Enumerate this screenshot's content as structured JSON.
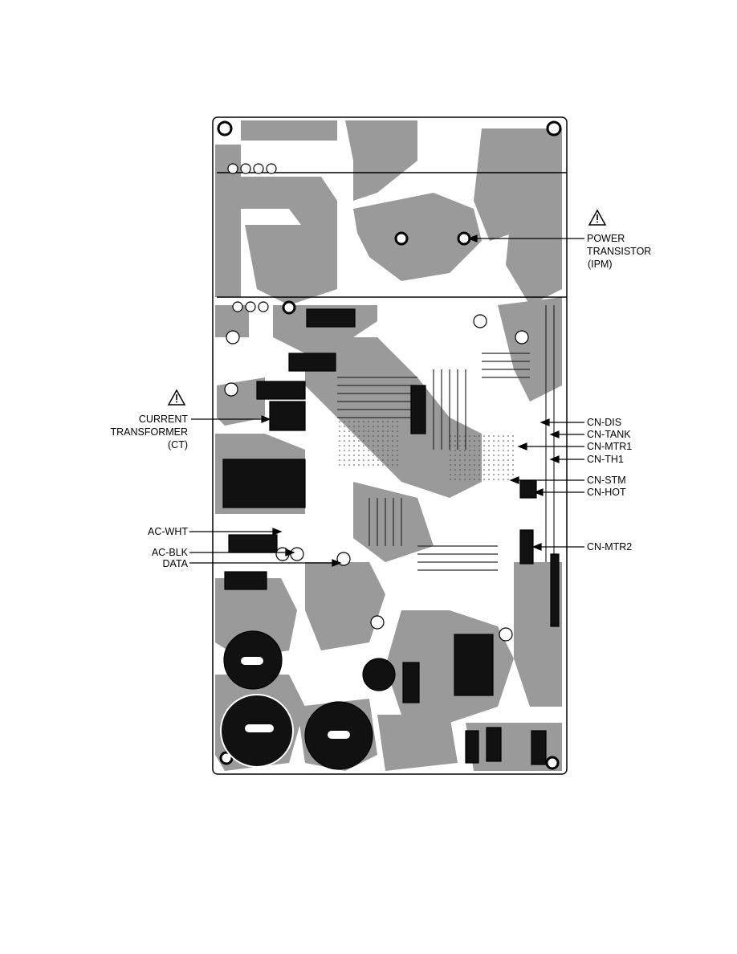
{
  "labels": {
    "power_transistor": [
      "POWER",
      "TRANSISTOR",
      "(IPM)"
    ],
    "current_transformer": [
      "CURRENT",
      "TRANSFORMER",
      "(CT)"
    ],
    "ac_wht": "AC-WHT",
    "ac_blk": "AC-BLK",
    "data": "DATA",
    "cn_dis": "CN-DIS",
    "cn_tank": "CN-TANK",
    "cn_mtr1": "CN-MTR1",
    "cn_th1": "CN-TH1",
    "cn_stm": "CN-STM",
    "cn_hot": "CN-HOT",
    "cn_mtr2": "CN-MTR2"
  },
  "colors": {
    "copper": "#9a9a9a",
    "board": "#ffffff",
    "ink": "#000000"
  },
  "icons": [
    "warning-triangle-icon"
  ]
}
